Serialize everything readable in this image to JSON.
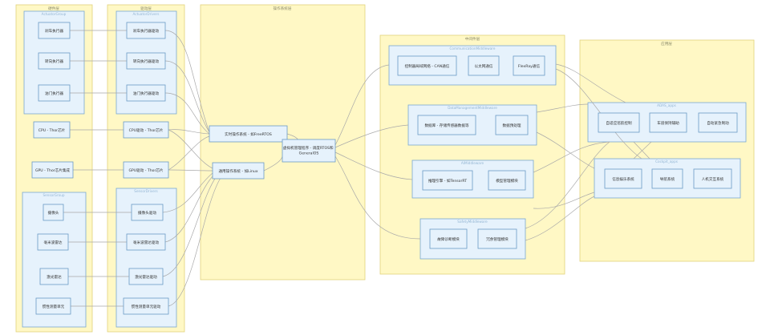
{
  "lanes": {
    "device": "硬件层",
    "driver": "驱动层",
    "os": "操作系统层",
    "middleware": "中间件层",
    "app": "应用层"
  },
  "groups": {
    "actuator": "ActuatorGroup",
    "actuator_driver": "ActuatorDrivers",
    "sensor": "SensorGroup",
    "sensor_driver": "SensorDrivers",
    "communication": "CommunicationMiddleware",
    "data": "DataManagementMiddleware",
    "ai": "AIMiddleware",
    "safety": "SafetyMiddleware",
    "adas": "ADAS_apps",
    "cockpit": "Cockpit_apps"
  },
  "nodes": {
    "brake_actuator": "刹车执行器",
    "steer_actuator": "转向执行器",
    "throttle_actuator": "油门执行器",
    "cpu": "CPU - Thor芯片",
    "gpu": "GPU - Thor芯片集成",
    "camera": "摄像头",
    "radar": "毫米波雷达",
    "lidar": "激光雷达",
    "imu": "惯性测量单元",
    "brake_driver": "刹车执行器驱动",
    "steer_driver": "转向执行器驱动",
    "throttle_driver": "油门执行器驱动",
    "cpu_driver": "CPU驱动 - Thor芯片",
    "gpu_driver": "GPU驱动 - Thor芯片",
    "camera_driver": "摄像头驱动",
    "radar_driver": "毫米波雷达驱动",
    "lidar_driver": "激光雷达驱动",
    "imu_driver": "惯性测量单元驱动",
    "rtos": "实时操作系统 - 如FreeRTOS",
    "gpos": "通用操作系统 - 如Linux",
    "hypervisor": "虚拟机管理程序 - 调度RTOS和GeneralOS",
    "can": "控制器局域网络 - CAN通信",
    "ethernet": "以太网通信",
    "flexray": "FlexRay通信",
    "database": "数据库 - 存储传感器数据等",
    "preprocess": "数据预处理",
    "inference": "推理引擎 - 如TensorRT",
    "model_mgmt": "模型管理模块",
    "fault_diag": "故障诊断模块",
    "redundancy": "冗余管理模块",
    "adaptive_cruise": "自适应巡航控制",
    "lane_keep": "车道保持辅助",
    "auto_brake": "自动紧急制动",
    "infotainment": "信息娱乐系统",
    "navigation": "导航系统",
    "hmi": "人机交互系统"
  }
}
